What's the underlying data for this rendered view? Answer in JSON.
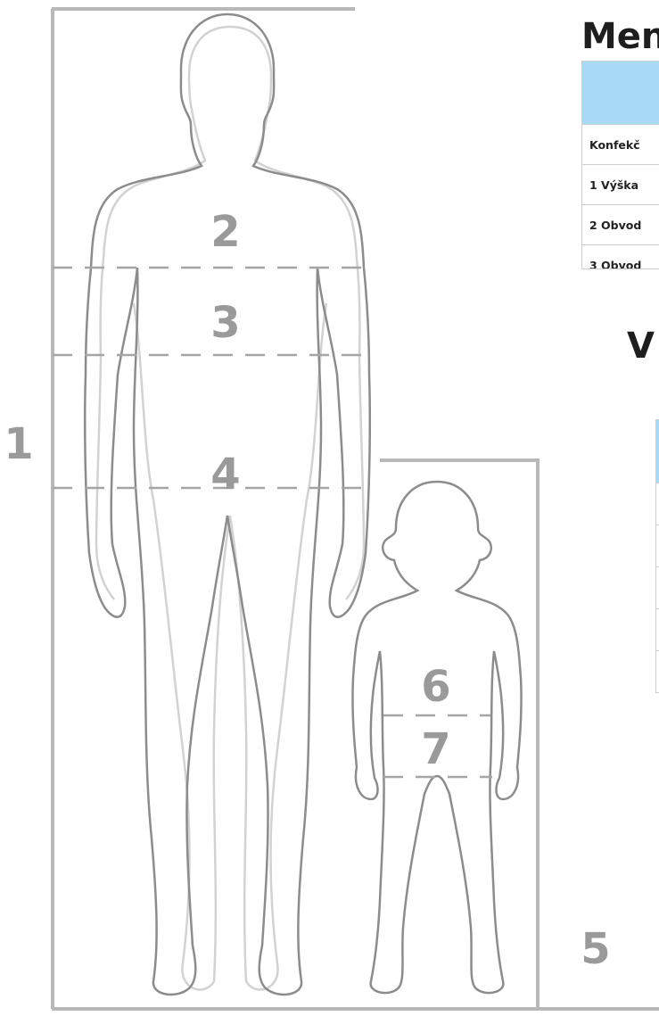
{
  "men": {
    "title": "Men",
    "rows": [
      "Konfekč",
      "1 Výška",
      "2 Obvod",
      "3 Obvod"
    ]
  },
  "kids": {
    "title": "V",
    "rows": [
      "",
      "",
      "",
      "",
      ""
    ]
  },
  "labels": {
    "n1": "1",
    "n2": "2",
    "n3": "3",
    "n4": "4",
    "n5": "5",
    "n6": "6",
    "n7": "7"
  },
  "colors": {
    "frame": "#b8b8b8",
    "outline_front": "#8c8c8c",
    "outline_back": "#d2d2d2",
    "number": "#9a9a9a",
    "table_header": "#a8daf6"
  }
}
